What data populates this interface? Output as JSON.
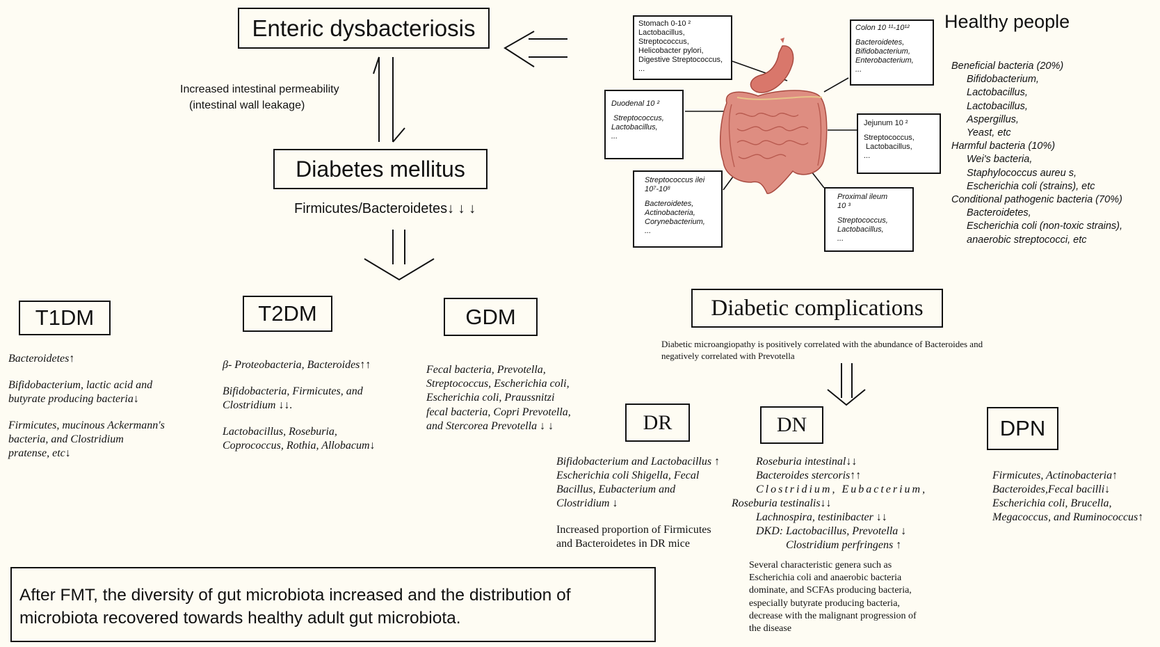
{
  "title_box": "Enteric dysbacteriosis",
  "permeability": [
    "Increased intestinal permeability",
    "(intestinal wall leakage)"
  ],
  "diabetes_box": "Diabetes mellitus",
  "ratio_text": "Firmicutes/Bacteroidetes↓ ↓ ↓",
  "healthy": {
    "title": "Healthy people",
    "lines": [
      {
        "t": "Beneficial bacteria (20%)",
        "indent": false
      },
      {
        "t": "Bifidobacterium,",
        "indent": true
      },
      {
        "t": "Lactobacillus,",
        "indent": true
      },
      {
        "t": "Lactobacillus,",
        "indent": true
      },
      {
        "t": "Aspergillus,",
        "indent": true
      },
      {
        "t": "Yeast, etc",
        "indent": true
      },
      {
        "t": "Harmful bacteria (10%)",
        "indent": false
      },
      {
        "t": "Wei's bacteria,",
        "indent": true
      },
      {
        "t": "Staphylococcus aureu s,",
        "indent": true
      },
      {
        "t": "Escherichia coli (strains), etc",
        "indent": true
      },
      {
        "t": "Conditional pathogenic bacteria (70%)",
        "indent": false
      },
      {
        "t": "Bacteroidetes,",
        "indent": true
      },
      {
        "t": "Escherichia coli (non-toxic strains),",
        "indent": true
      },
      {
        "t": "anaerobic streptococci, etc",
        "indent": true
      }
    ]
  },
  "gut_labels": {
    "stomach": [
      "Stomach 0-10 ²",
      "Lactobacillus,",
      "Streptococcus,",
      "Helicobacter pylori,",
      "Digestive Streptococcus,",
      "..."
    ],
    "colon_head": "Colon 10 ¹¹-10¹²",
    "colon": [
      "Bacteroidetes,",
      "Bifidobacterium,",
      "Enterobacterium,",
      "..."
    ],
    "duodenal_head": "Duodenal 10 ²",
    "duodenal": [
      "Streptococcus,",
      "Lactobacillus,",
      "..."
    ],
    "jejunum_head": "Jejunum 10 ²",
    "jejunum": [
      "Streptococcus,",
      "Lactobacillus,",
      "..."
    ],
    "ilei_head": [
      "Streptococcus ilei",
      "10⁷-10⁸"
    ],
    "ilei": [
      "Bacteroidetes,",
      "Actinobacteria,",
      "Corynebacterium,",
      "..."
    ],
    "proximal_head": [
      "Proximal ileum",
      "10 ³"
    ],
    "proximal": [
      "Streptococcus,",
      "Lactobacillus,",
      "..."
    ]
  },
  "t1dm": {
    "label": "T1DM",
    "paras": [
      [
        "Bacteroidetes↑"
      ],
      [
        "Bifidobacterium, lactic acid and",
        "butyrate producing bacteria↓"
      ],
      [
        "Firmicutes, mucinous Ackermann's",
        "bacteria, and Clostridium",
        "pratense, etc↓"
      ]
    ]
  },
  "t2dm": {
    "label": "T2DM",
    "paras": [
      [
        "β- Proteobacteria, Bacteroides↑↑"
      ],
      [
        "Bifidobacteria, Firmicutes, and",
        "Clostridium ↓↓."
      ],
      [
        "Lactobacillus, Roseburia,",
        "Coprococcus, Rothia, Allobacum↓"
      ]
    ]
  },
  "gdm": {
    "label": "GDM",
    "lines": [
      "Fecal bacteria, Prevotella,",
      "Streptococcus, Escherichia coli,",
      "Escherichia coli, Praussnitzi",
      "fecal bacteria, Copri Prevotella,",
      "and Stercorea Prevotella  ↓ ↓"
    ]
  },
  "complications": {
    "label": "Diabetic complications",
    "note": [
      "Diabetic microangiopathy is positively correlated with the abundance of Bacteroides and",
      "negatively correlated with Prevotella"
    ]
  },
  "dr": {
    "label": "DR",
    "lines": [
      "Bifidobacterium and Lactobacillus ↑",
      " Escherichia coli Shigella, Fecal",
      "Bacillus, Eubacterium and",
      "Clostridium ↓"
    ],
    "note": [
      "Increased proportion of Firmicutes",
      "and Bacteroidetes in DR mice"
    ]
  },
  "dn": {
    "label": "DN",
    "lines": [
      "Roseburia intestinal↓↓",
      "Bacteroides stercoris↑↑",
      "Clostridium, Eubacterium,",
      "Roseburia testinalis↓↓",
      "Lachnospira, testinibacter ↓↓",
      "DKD: Lactobacillus, Prevotella ↓",
      "Clostridium perfringens ↑"
    ],
    "note": [
      "Several characteristic genera such as",
      "Escherichia coli and anaerobic bacteria",
      "dominate, and SCFAs producing bacteria,",
      "especially butyrate producing bacteria,",
      "decrease with the malignant progression of",
      "the disease"
    ]
  },
  "dpn": {
    "label": "DPN",
    "lines": [
      "Firmicutes, Actinobacteria↑",
      "Bacteroides,Fecal bacilli↓",
      "Escherichia coli, Brucella,",
      "Megacoccus, and Ruminococcus↑"
    ]
  },
  "fmt": [
    "After FMT, the diversity of gut microbiota increased and the distribution of",
    "microbiota recovered towards healthy adult gut microbiota."
  ]
}
